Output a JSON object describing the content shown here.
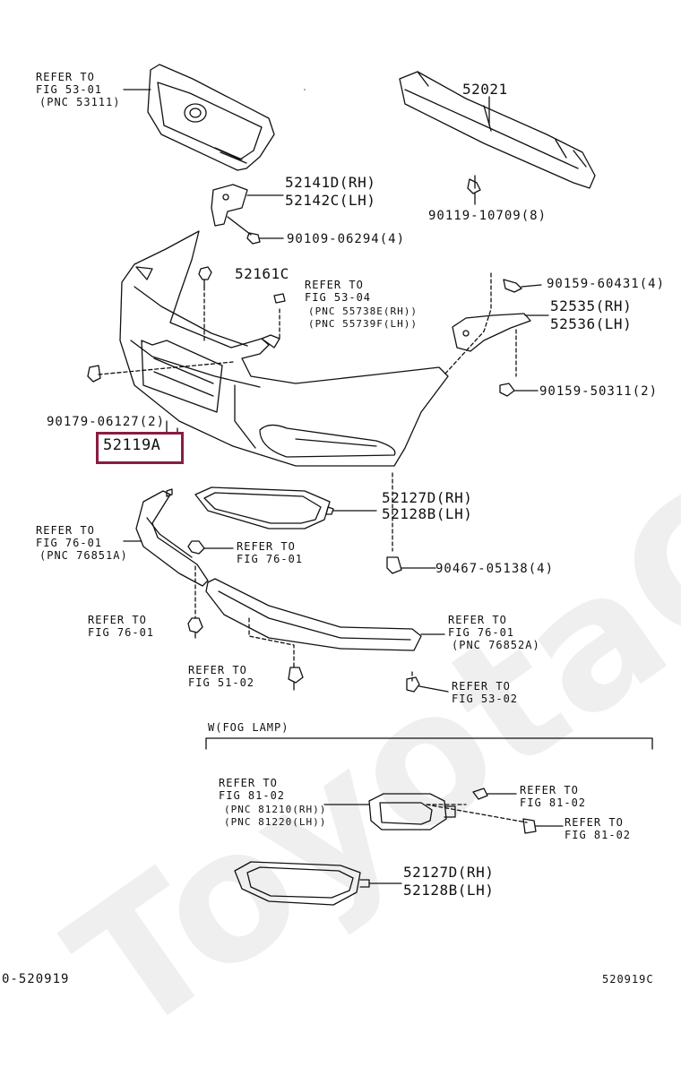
{
  "watermark": "ToyotaGo",
  "parts": {
    "grille_ref": {
      "l1": "REFER TO",
      "l2": "FIG 53-01",
      "l3": "(PNC 53111)"
    },
    "p52021": "52021",
    "p52141": {
      "l1": "52141D(RH)",
      "l2": "52142C(LH)"
    },
    "p90119": "90119-10709(8)",
    "p90109": "90109-06294(4)",
    "p52161": "52161C",
    "ref5304": {
      "l1": "REFER TO",
      "l2": "FIG 53-04",
      "l3": "(PNC 55738E(RH))",
      "l4": "(PNC 55739F(LH))"
    },
    "p90159a": "90159-60431(4)",
    "p52535": {
      "l1": "52535(RH)",
      "l2": "52536(LH)"
    },
    "p90159b": "90159-50311(2)",
    "p90179": "90179-06127(2)",
    "p52119": "52119A",
    "p52127a": {
      "l1": "52127D(RH)",
      "l2": "52128B(LH)"
    },
    "ref7601a": {
      "l1": "REFER TO",
      "l2": "FIG 76-01",
      "l3": "(PNC 76851A)"
    },
    "ref7601b": {
      "l1": "REFER TO",
      "l2": "FIG 76-01"
    },
    "p90467": "90467-05138(4)",
    "ref7601c": {
      "l1": "REFER TO",
      "l2": "FIG 76-01"
    },
    "ref7601d": {
      "l1": "REFER TO",
      "l2": "FIG 76-01",
      "l3": "(PNC 76852A)"
    },
    "ref5102": {
      "l1": "REFER TO",
      "l2": "FIG 51-02"
    },
    "ref5302": {
      "l1": "REFER TO",
      "l2": "FIG 53-02"
    },
    "fog_header": "W(FOG LAMP)",
    "ref8102a": {
      "l1": "REFER TO",
      "l2": "FIG 81-02",
      "l3": "(PNC 81210(RH))",
      "l4": "(PNC 81220(LH))"
    },
    "ref8102b": {
      "l1": "REFER TO",
      "l2": "FIG 81-02"
    },
    "ref8102c": {
      "l1": "REFER TO",
      "l2": "FIG 81-02"
    },
    "p52127b": {
      "l1": "52127D(RH)",
      "l2": "52128B(LH)"
    }
  },
  "footer": {
    "left": "0-520919",
    "right": "520919C"
  },
  "colors": {
    "highlight": "#8a1d3f",
    "line": "#111111",
    "watermark": "#efefef"
  }
}
